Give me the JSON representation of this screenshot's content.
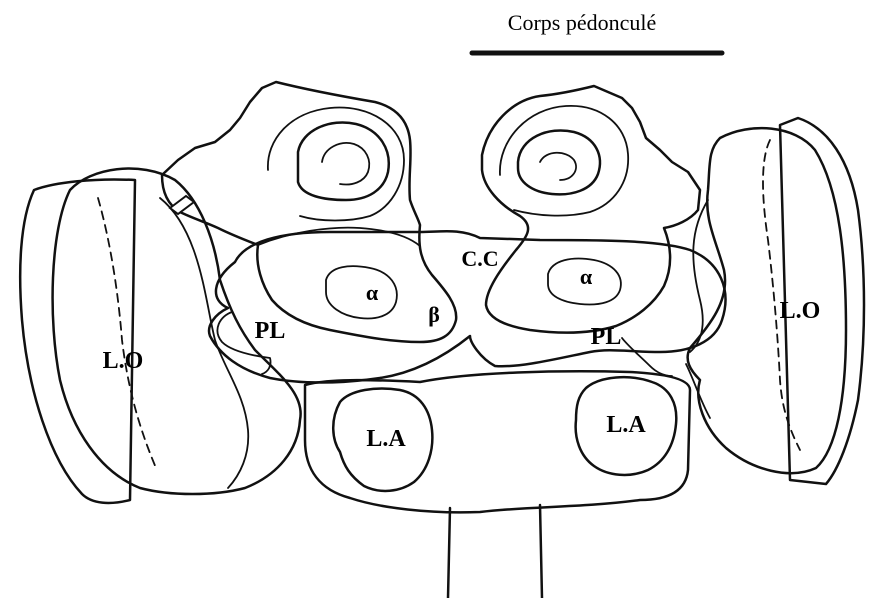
{
  "title": "Corps pédonculé",
  "colors": {
    "mushroom_body": "#e0204a",
    "optic_lobe": "#f5e41e",
    "antennal_lobe": "#2ed3e0",
    "outline": "#111111",
    "background": "#ffffff"
  },
  "labels": {
    "central_complex": "C.C",
    "optic_lobe_left": "L.O",
    "optic_lobe_right": "L.O",
    "protocerebral_lobe_left": "PL",
    "protocerebral_lobe_right": "PL",
    "antennal_lobe_left": "L.A",
    "antennal_lobe_right": "L.A",
    "alpha_left": "α",
    "beta_left": "β",
    "alpha_right": "α"
  }
}
